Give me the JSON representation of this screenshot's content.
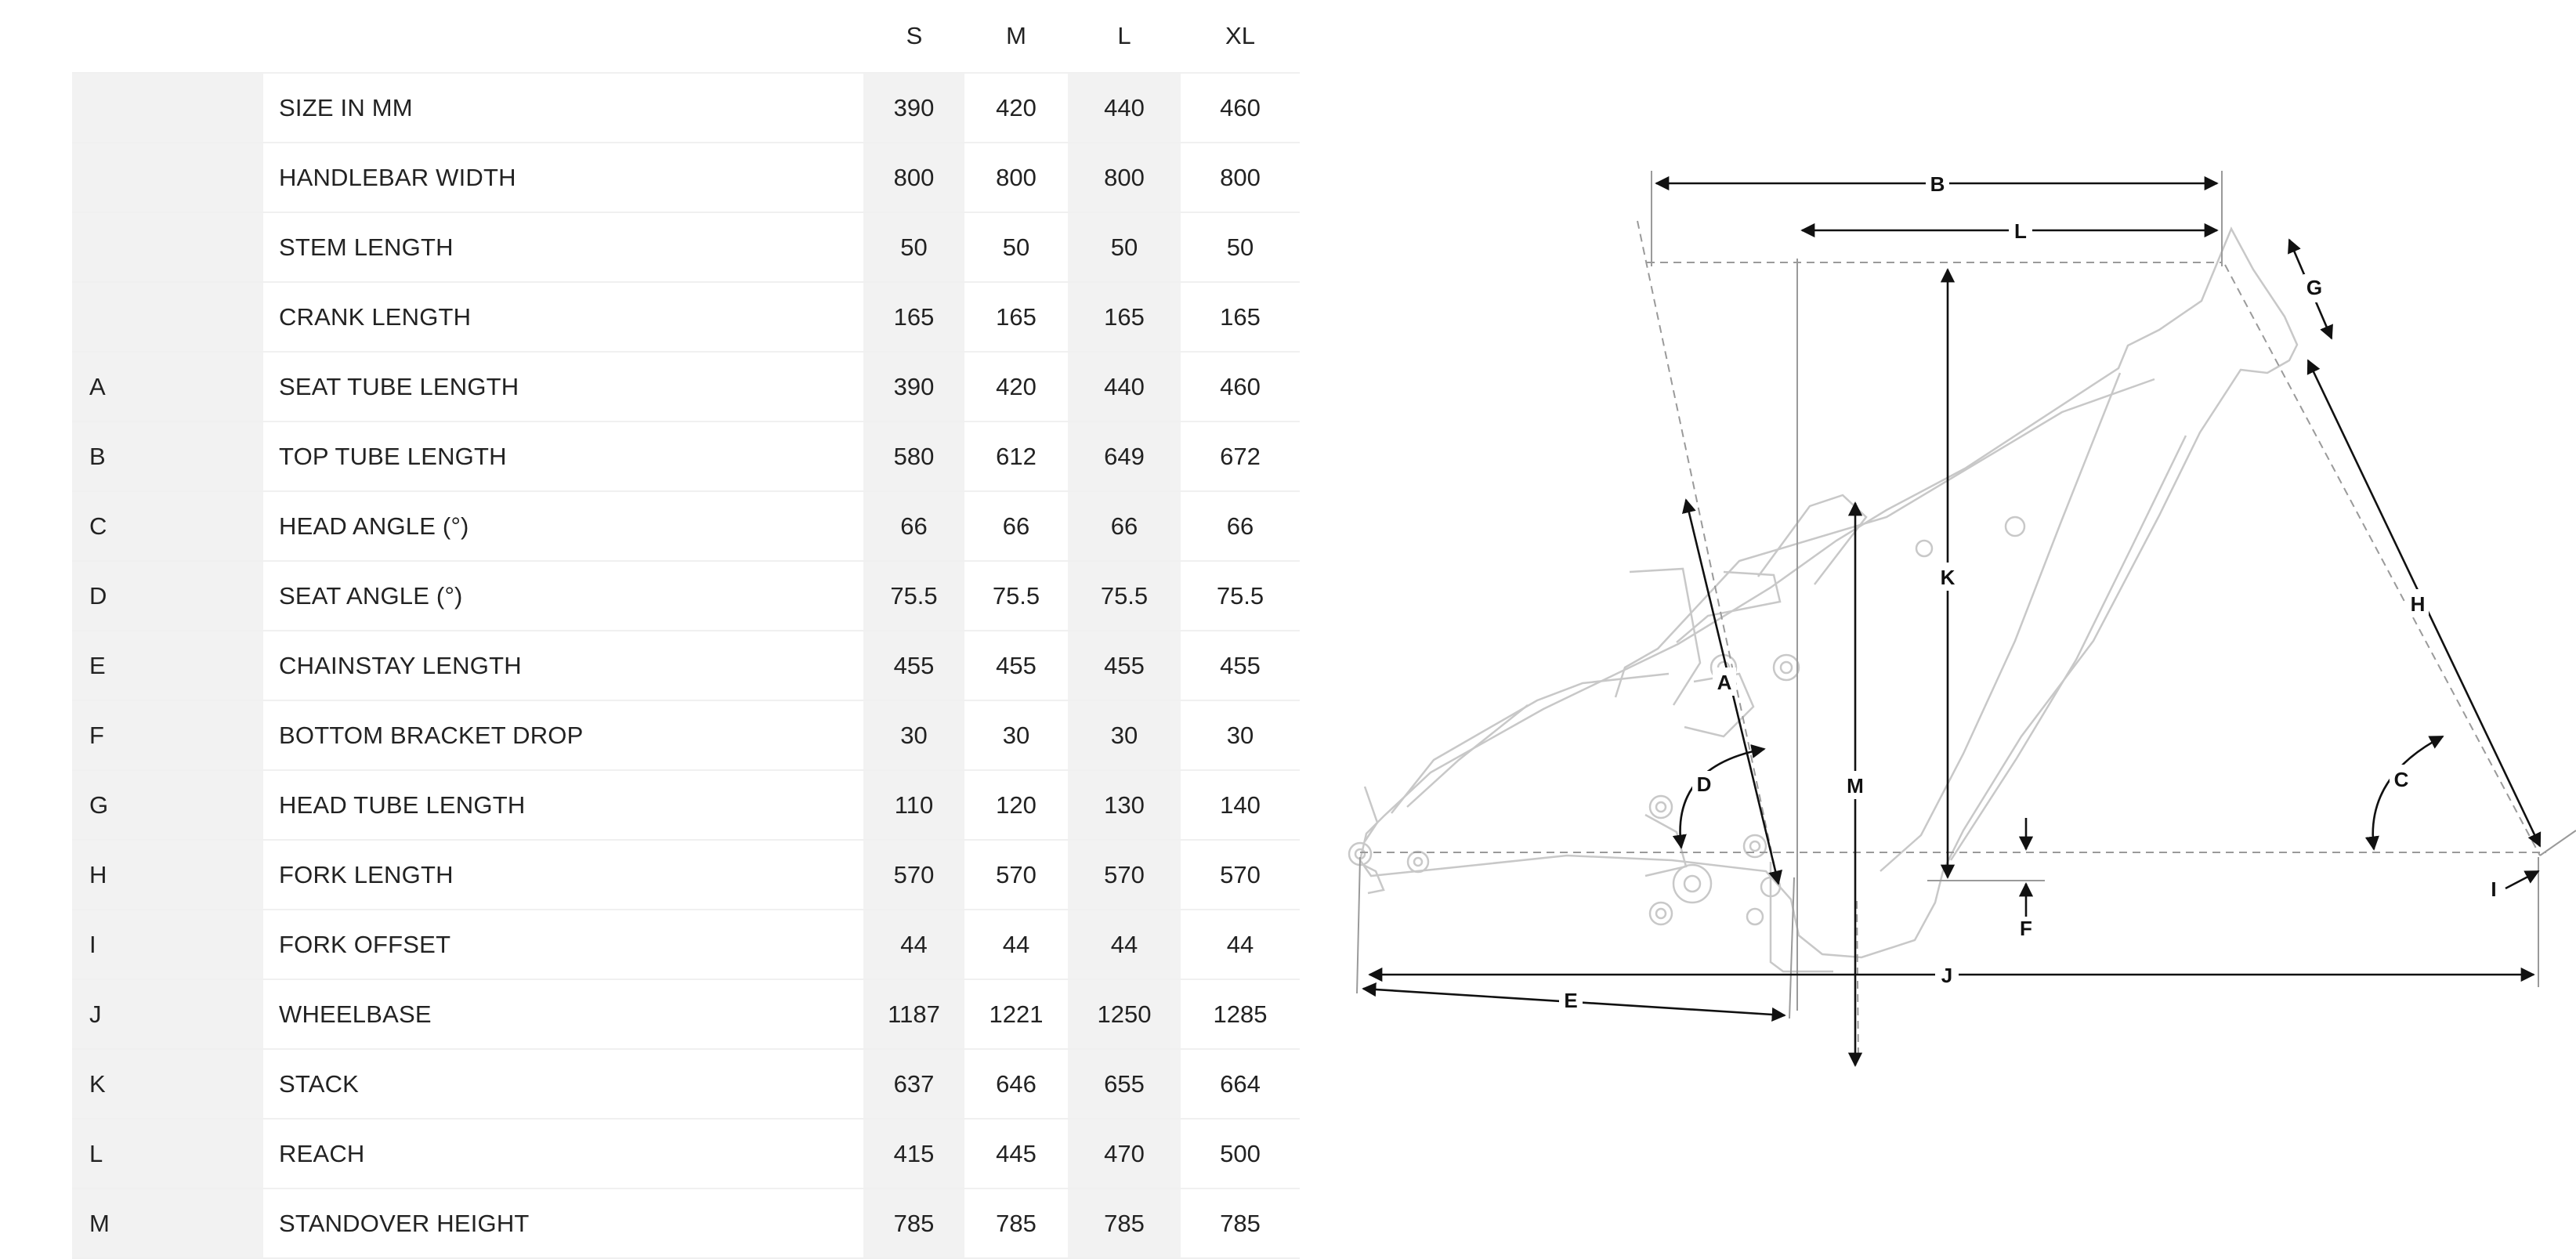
{
  "table": {
    "columns": [
      "S",
      "M",
      "L",
      "XL"
    ],
    "rows": [
      {
        "letter": "",
        "name": "SIZE IN MM",
        "values": [
          "390",
          "420",
          "440",
          "460"
        ]
      },
      {
        "letter": "",
        "name": "HANDLEBAR WIDTH",
        "values": [
          "800",
          "800",
          "800",
          "800"
        ]
      },
      {
        "letter": "",
        "name": "STEM LENGTH",
        "values": [
          "50",
          "50",
          "50",
          "50"
        ]
      },
      {
        "letter": "",
        "name": "CRANK LENGTH",
        "values": [
          "165",
          "165",
          "165",
          "165"
        ]
      },
      {
        "letter": "A",
        "name": "SEAT TUBE LENGTH",
        "values": [
          "390",
          "420",
          "440",
          "460"
        ]
      },
      {
        "letter": "B",
        "name": "TOP TUBE LENGTH",
        "values": [
          "580",
          "612",
          "649",
          "672"
        ]
      },
      {
        "letter": "C",
        "name": "HEAD ANGLE (°)",
        "values": [
          "66",
          "66",
          "66",
          "66"
        ]
      },
      {
        "letter": "D",
        "name": "SEAT ANGLE (°)",
        "values": [
          "75.5",
          "75.5",
          "75.5",
          "75.5"
        ]
      },
      {
        "letter": "E",
        "name": "CHAINSTAY LENGTH",
        "values": [
          "455",
          "455",
          "455",
          "455"
        ]
      },
      {
        "letter": "F",
        "name": "BOTTOM BRACKET DROP",
        "values": [
          "30",
          "30",
          "30",
          "30"
        ]
      },
      {
        "letter": "G",
        "name": "HEAD TUBE LENGTH",
        "values": [
          "110",
          "120",
          "130",
          "140"
        ]
      },
      {
        "letter": "H",
        "name": "FORK LENGTH",
        "values": [
          "570",
          "570",
          "570",
          "570"
        ]
      },
      {
        "letter": "I",
        "name": "FORK OFFSET",
        "values": [
          "44",
          "44",
          "44",
          "44"
        ]
      },
      {
        "letter": "J",
        "name": "WHEELBASE",
        "values": [
          "1187",
          "1221",
          "1250",
          "1285"
        ]
      },
      {
        "letter": "K",
        "name": "STACK",
        "values": [
          "637",
          "646",
          "655",
          "664"
        ]
      },
      {
        "letter": "L",
        "name": "REACH",
        "values": [
          "415",
          "445",
          "470",
          "500"
        ]
      },
      {
        "letter": "M",
        "name": "STANDOVER HEIGHT",
        "values": [
          "785",
          "785",
          "785",
          "785"
        ]
      }
    ]
  },
  "diagram": {
    "labels": {
      "A": "A",
      "B": "B",
      "C": "C",
      "D": "D",
      "E": "E",
      "F": "F",
      "G": "G",
      "H": "H",
      "I": "I",
      "J": "J",
      "K": "K",
      "L": "L",
      "M": "M"
    }
  }
}
